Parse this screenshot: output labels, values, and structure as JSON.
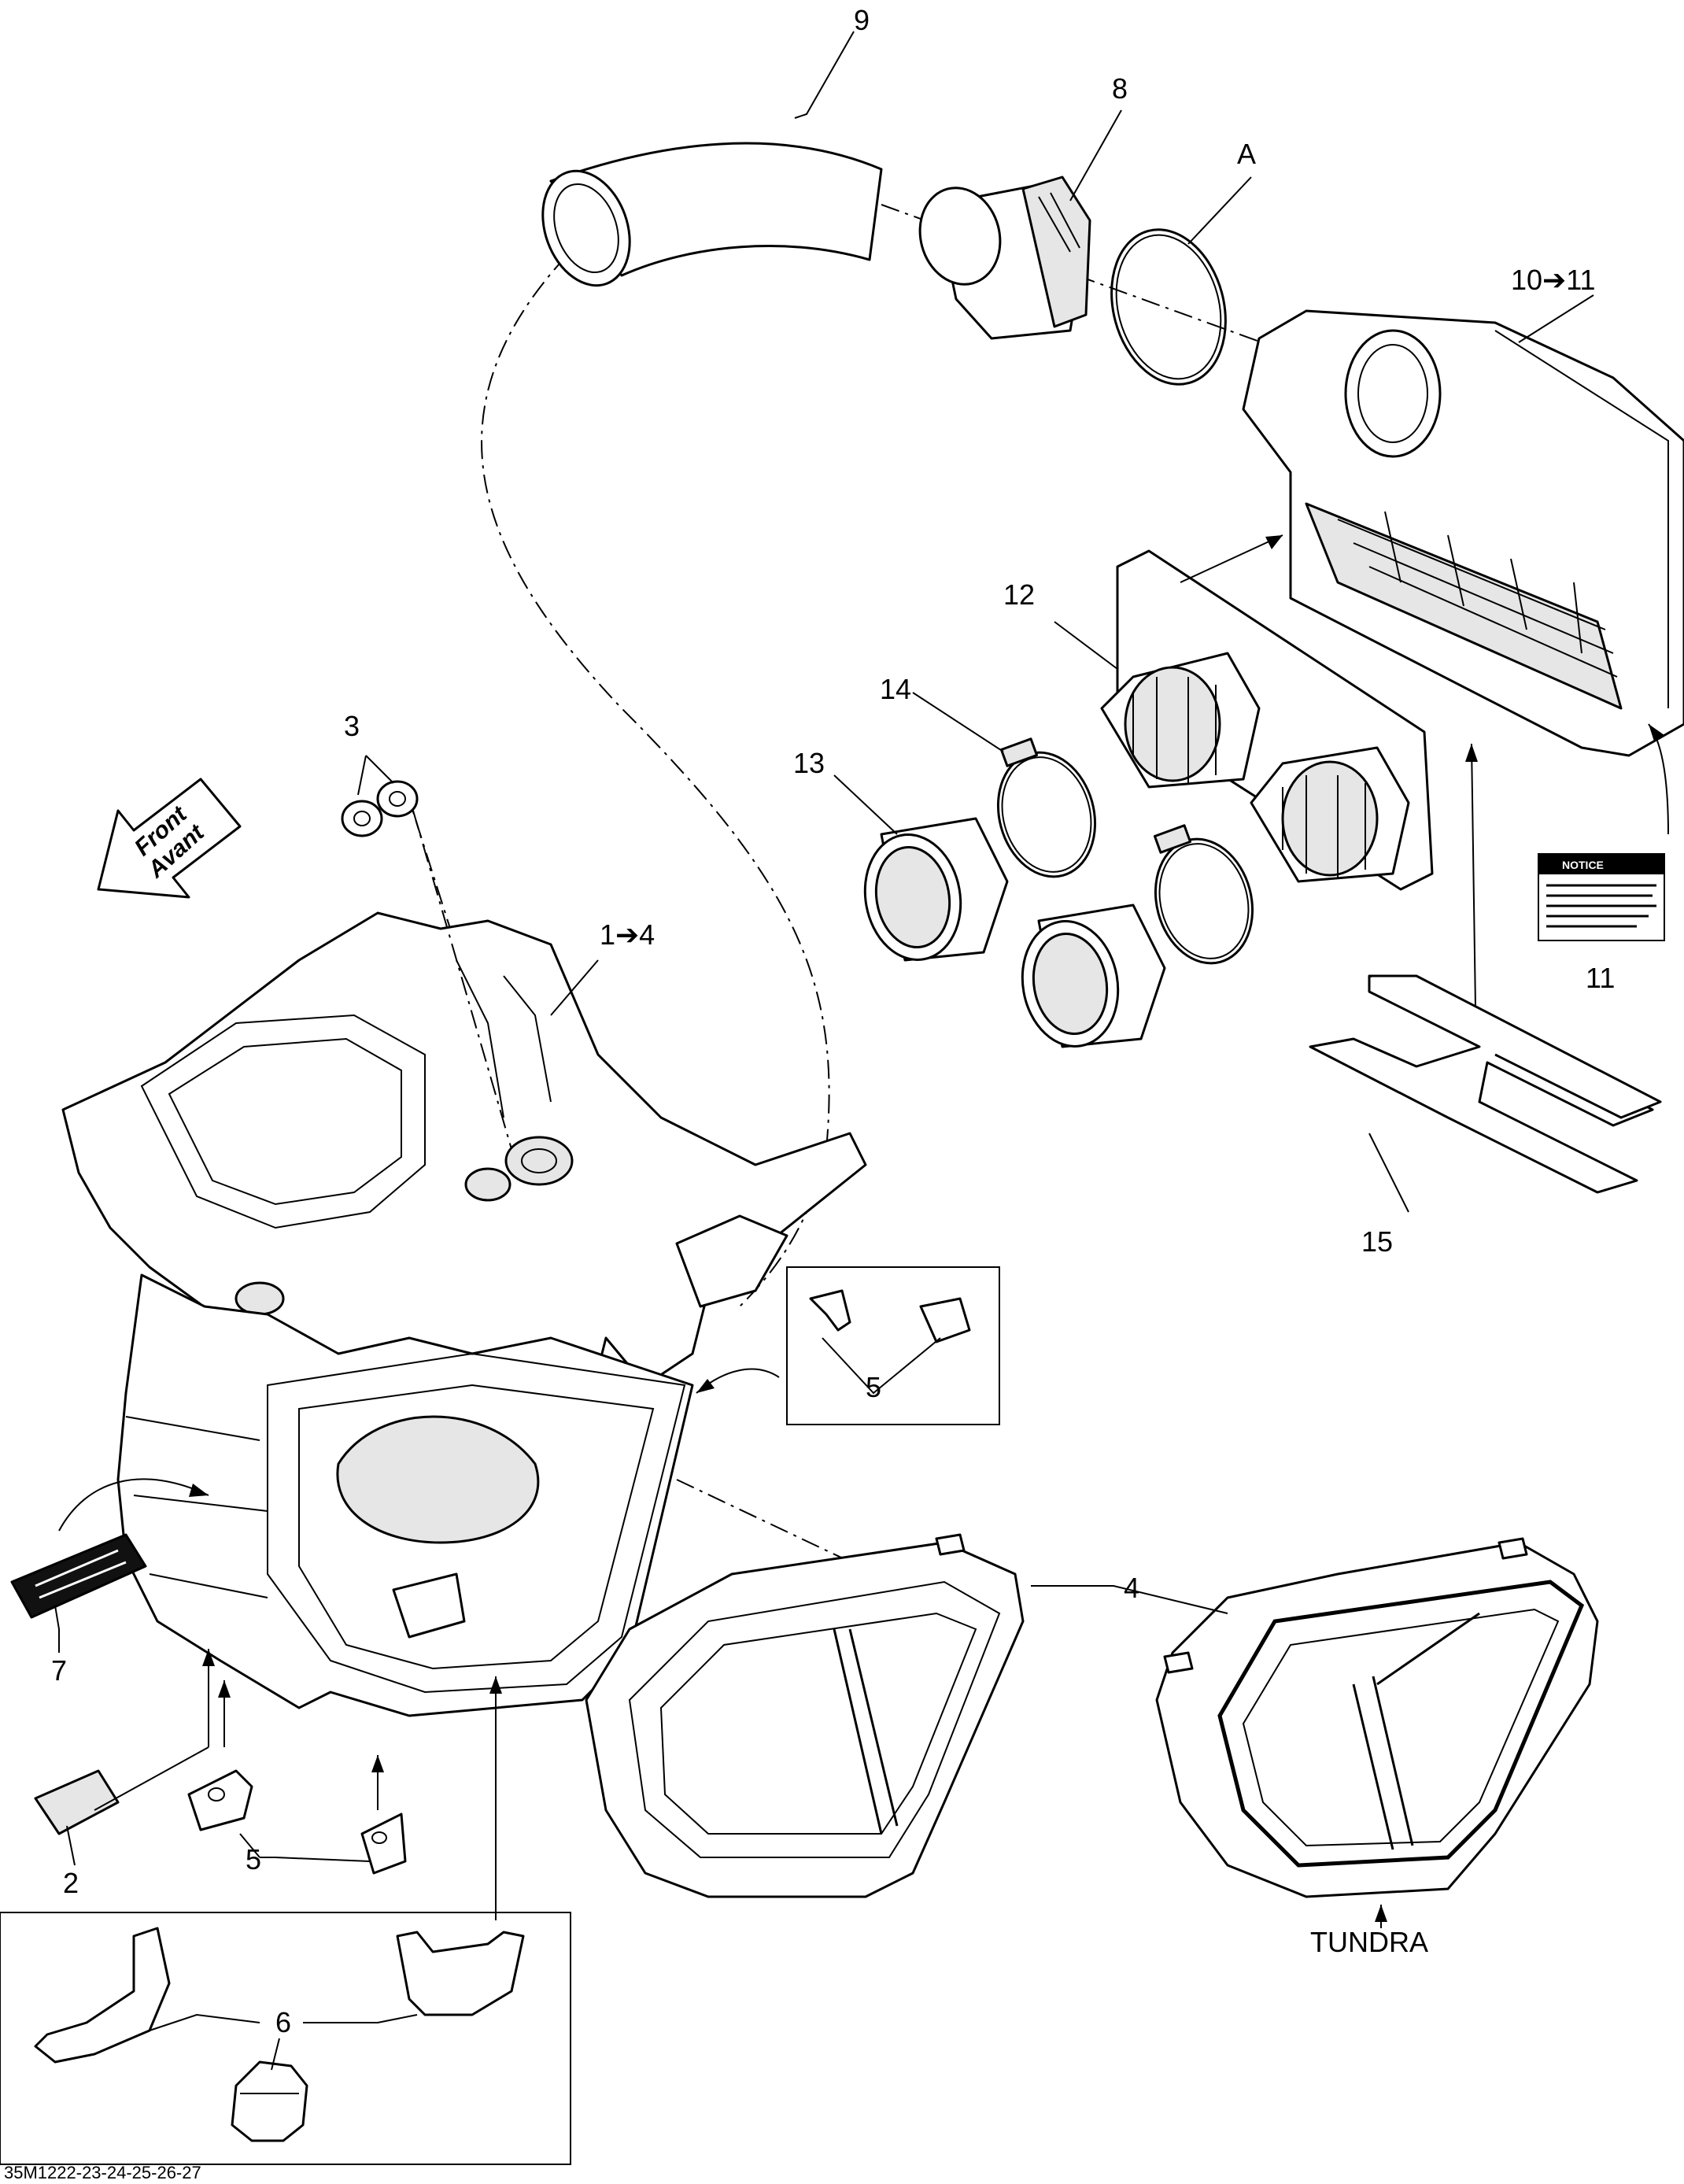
{
  "callouts": {
    "c9": "9",
    "c8": "8",
    "cA": "A",
    "c10_11": "10➔11",
    "c12": "12",
    "c14": "14",
    "c13": "13",
    "c3": "3",
    "c1_4": "1➔4",
    "c11": "11",
    "c15": "15",
    "c5_box": "5",
    "c4": "4",
    "c7": "7",
    "c5": "5",
    "c2": "2",
    "c6": "6"
  },
  "variant_label": "TUNDRA",
  "direction_arrow": {
    "line1": "Front",
    "line2": "Avant"
  },
  "notice_decal": {
    "heading": "NOTICE"
  },
  "drawing_code": "35M1222-23-24-25-26-27",
  "icons": [
    "front-direction-arrow-icon",
    "notice-decal-icon",
    "caution-decal-icon"
  ]
}
